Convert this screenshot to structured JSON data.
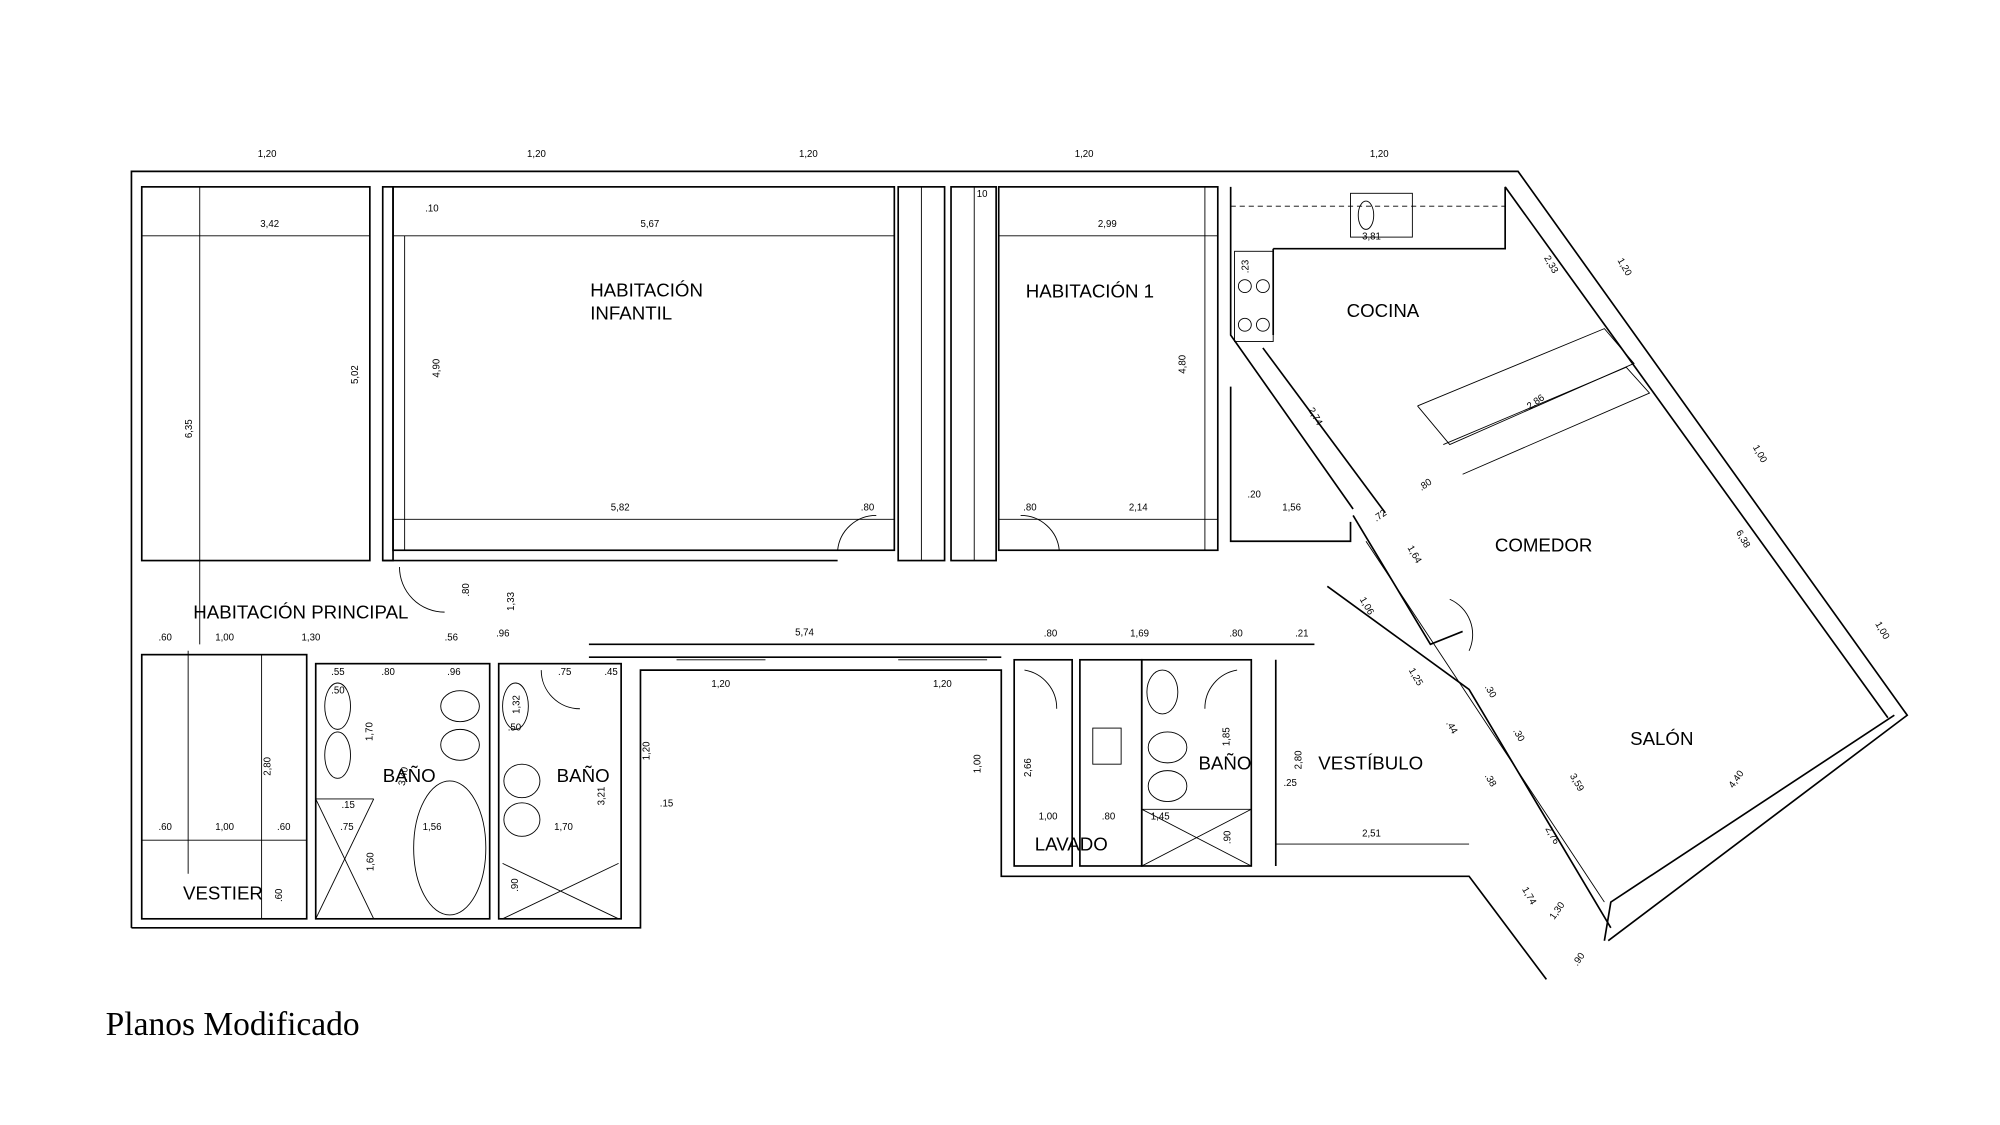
{
  "caption": "Planos Modificado",
  "rooms": {
    "infantil_1": "HABITACIÓN",
    "infantil_2": "INFANTIL",
    "hab1": "HABITACIÓN 1",
    "cocina": "COCINA",
    "comedor": "COMEDOR",
    "salon": "SALÓN",
    "vestibulo": "VESTÍBULO",
    "bano_a": "BAÑO",
    "bano_b": "BAÑO",
    "bano_c": "BAÑO",
    "lavado": "LAVADO",
    "principal": "HABITACIÓN PRINCIPAL",
    "vestier": "VESTIER"
  },
  "dims": {
    "win1": "1,20",
    "win2": "1,20",
    "win3": "1,20",
    "win4": "1,20",
    "win5": "1,20",
    "d342": "3,42",
    "d10a": ".10",
    "d567": "5,67",
    "d299": "2,99",
    "d10b": "10",
    "d381": "3,81",
    "d233": "2,33",
    "d120r": "1,20",
    "d23": ".23",
    "d635": "6,35",
    "d502": "5,02",
    "d490": "4,90",
    "d480": "4,80",
    "d582": "5,82",
    "d80a": ".80",
    "d80b": ".80",
    "d214": "2,14",
    "d20": ".20",
    "d156": "1,56",
    "d274": "2,74",
    "d286": "2,86",
    "d100r": "1,00",
    "d80c": ".80",
    "d72": ".72",
    "d164": "1,64",
    "d638": "6,38",
    "d106": "1,06",
    "d100s": "1,00",
    "d125": "1,25",
    "d30a": ".30",
    "d44": ".44",
    "d30b": ".30",
    "d38": ".38",
    "d359": "3,59",
    "d440": "4,40",
    "d276": "2,76",
    "d174": "1,74",
    "d130s": "1,30",
    "d90s": ".90",
    "d80d": ".80",
    "d133": "1,33",
    "d60a": ".60",
    "d100a": "1,00",
    "d130": "1,30",
    "d56": ".56",
    "d96a": ".96",
    "d574": "5,74",
    "d80e": ".80",
    "d169": "1,69",
    "d80f": ".80",
    "d21": ".21",
    "d55": ".55",
    "d80g": ".80",
    "d96b": ".96",
    "d50a": ".50",
    "d170a": "1,70",
    "d132": "1,32",
    "d50b": ".50",
    "d75a": ".75",
    "d45": ".45",
    "d120a": "1,20",
    "d120b": "1,20",
    "d120v": "1,20",
    "d280a": "2,80",
    "d15a": ".15",
    "d15b": ".15",
    "d340": "3,40",
    "d321": "3,21",
    "d156b": "1,56",
    "d75b": ".75",
    "d170b": "1,70",
    "d60b": ".60",
    "d100b": "1,00",
    "d60c": ".60",
    "d160": "1,60",
    "d90a": ".90",
    "d60d": ".60",
    "d100v": "1,00",
    "d266": "2,66",
    "d185": "1,85",
    "d280b": "2,80",
    "d25": ".25",
    "d100c": "1,00",
    "d80h": ".80",
    "d145": "1,45",
    "d90b": ".90",
    "d251": "2,51"
  }
}
